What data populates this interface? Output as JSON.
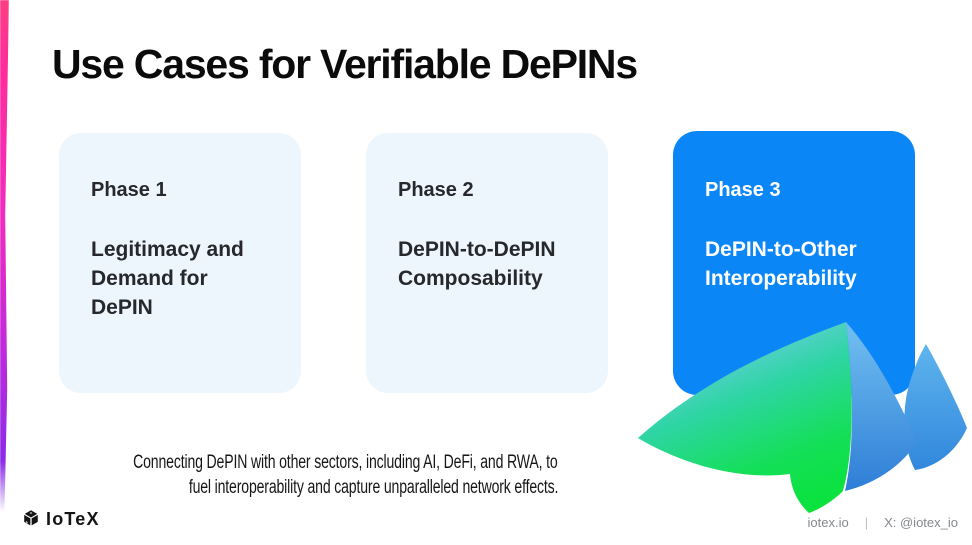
{
  "title": "Use Cases for Verifiable DePINs",
  "cards": [
    {
      "phase": "Phase 1",
      "line1": "Legitimacy and",
      "line2": "Demand for DePIN"
    },
    {
      "phase": "Phase 2",
      "line1": "DePIN-to-DePIN",
      "line2": "Composability"
    },
    {
      "phase": "Phase 3",
      "line1": "DePIN-to-Other",
      "line2": "Interoperability"
    }
  ],
  "description": {
    "line1": "Connecting DePIN with other sectors, including AI, DeFi, and RWA, to",
    "line2": "fuel interoperability and capture unparalleled network effects."
  },
  "footer": {
    "brand": "IoTeX",
    "site": "iotex.io",
    "separator": "|",
    "social": "X: @iotex_io"
  },
  "colors": {
    "card_light_bg": "#EDF6FC",
    "card_primary_bg": "#0B86F6",
    "edge_pink": "#FF2C9C",
    "edge_purple": "#8B2BE8",
    "swoosh_cyan": "#79CBF2",
    "swoosh_teal": "#2ED5A4",
    "swoosh_green": "#0AE23C",
    "swoosh_blue": "#2E7ED7",
    "text_dark": "#161616",
    "footer_gray": "#85898E"
  },
  "icons": {
    "logo": "iotex-cube-logo",
    "graphic": "gradient-wave-ribbon"
  }
}
